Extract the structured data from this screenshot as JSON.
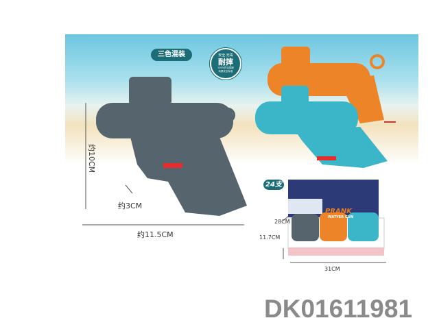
{
  "header": {
    "color_mix_label": "三色混装"
  },
  "badge": {
    "top": "安全·无毒",
    "main": "耐摔",
    "line1": "100%符合国家",
    "line2": "玩具安全标准"
  },
  "dimensions": {
    "height": "约10CM",
    "width": "约11.5CM",
    "depth": "约3CM"
  },
  "display_box": {
    "count": "24支",
    "brand": "PRANK",
    "subtitle": "WATYER GUN",
    "depth": "28CM",
    "height": "11.7CM",
    "width": "31CM"
  },
  "product_code": "DK01611981",
  "colors": {
    "gray": "#56646e",
    "orange": "#ee8428",
    "teal": "#3ab6c8",
    "accent": "#1c6d78"
  }
}
